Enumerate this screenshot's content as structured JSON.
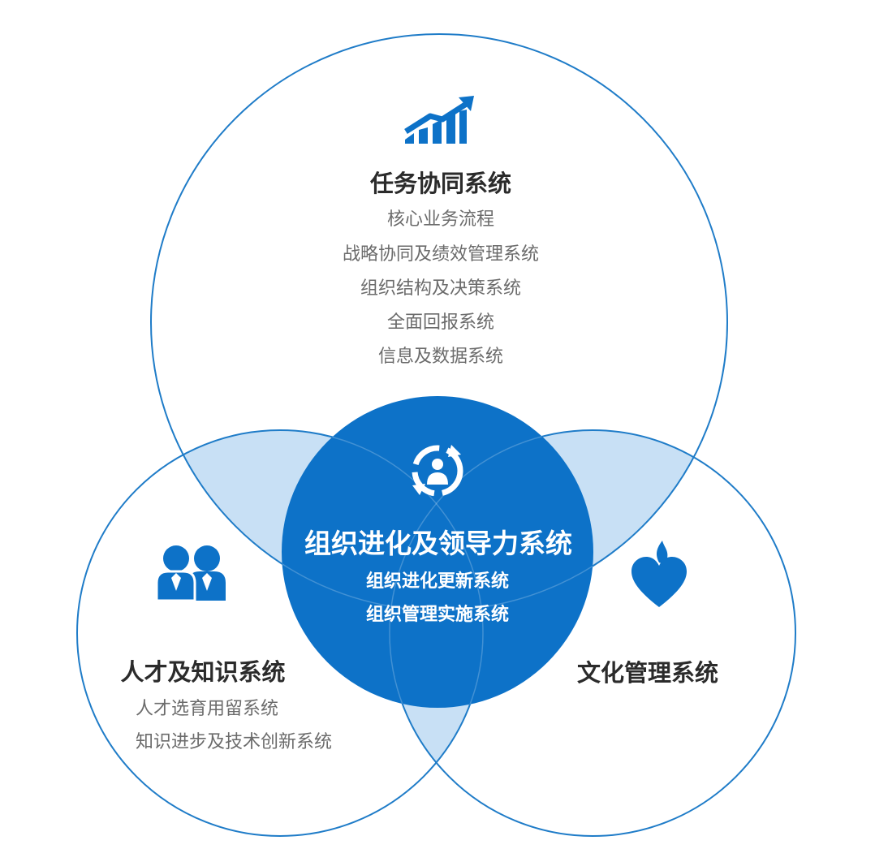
{
  "colors": {
    "primary_blue": "#0d72c8",
    "outline_blue": "#1f7cc8",
    "light_blue": "#c8e0f5",
    "title_text": "#2b2b2b",
    "item_text": "#6b6b6b",
    "center_text": "#ffffff"
  },
  "top_system": {
    "icon": "growth-chart-icon",
    "title": "任务协同系统",
    "items": [
      "核心业务流程",
      "战略协同及绩效管理系统",
      "组织结构及决策系统",
      "全面回报系统",
      "信息及数据系统"
    ]
  },
  "left_system": {
    "icon": "people-icon",
    "title": "人才及知识系统",
    "items": [
      "人才选育用留系统",
      "知识进步及技术创新系统"
    ]
  },
  "right_system": {
    "icon": "heart-flame-icon",
    "title": "文化管理系统",
    "items": []
  },
  "center_system": {
    "icon": "person-cycle-icon",
    "title": "组织进化及领导力系统",
    "items": [
      "组织进化更新系统",
      "组织管理实施系统"
    ]
  }
}
